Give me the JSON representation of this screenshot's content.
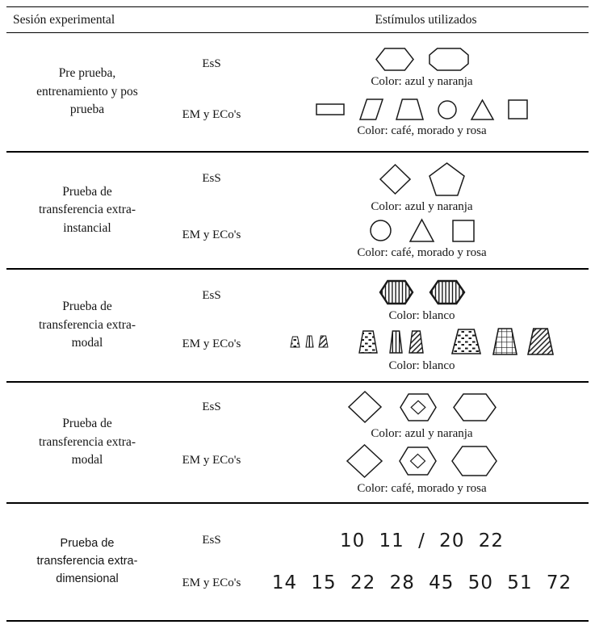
{
  "colors": {
    "ink": "#1a1a1a",
    "background": "#ffffff",
    "rule": "#000000"
  },
  "header": {
    "session_col": "Sesión experimental",
    "stimuli_col": "Estímulos utilizados"
  },
  "rows": [
    {
      "session": "Pre prueba,\nentrenamiento y pos\nprueba",
      "groups": [
        {
          "label": "EsS",
          "caption": "Color: azul y naranja",
          "shapes": [
            {
              "kind": "hexagon",
              "w": 46,
              "h": 27
            },
            {
              "kind": "octagon",
              "w": 48,
              "h": 27,
              "ml": 14
            }
          ]
        },
        {
          "label": "EM y ECo's",
          "caption": "Color: café, morado y rosa",
          "shapes": [
            {
              "kind": "rect",
              "w": 34,
              "h": 13
            },
            {
              "kind": "parallelogram",
              "w": 28,
              "h": 25,
              "ml": 14
            },
            {
              "kind": "trapezoid",
              "w": 33,
              "h": 25,
              "ml": 11
            },
            {
              "kind": "circle",
              "w": 22,
              "h": 22,
              "ml": 13
            },
            {
              "kind": "triangle",
              "w": 27,
              "h": 24,
              "ml": 13
            },
            {
              "kind": "square",
              "w": 23,
              "h": 23,
              "ml": 13
            }
          ]
        }
      ]
    },
    {
      "session": "Prueba de\ntransferencia extra-\ninstancial",
      "groups": [
        {
          "label": "EsS",
          "caption": "Color: azul y naranja",
          "shapes": [
            {
              "kind": "diamond",
              "w": 37,
              "h": 36
            },
            {
              "kind": "pentagon",
              "w": 43,
              "h": 40,
              "ml": 18
            }
          ]
        },
        {
          "label": "EM y ECo's",
          "caption": "Color: café, morado y rosa",
          "shapes": [
            {
              "kind": "circle",
              "w": 25,
              "h": 25
            },
            {
              "kind": "triangle",
              "w": 29,
              "h": 27,
              "ml": 18
            },
            {
              "kind": "square",
              "w": 26,
              "h": 26,
              "ml": 18
            }
          ]
        }
      ]
    },
    {
      "session": "Prueba de\ntransferencia extra-\nmodal",
      "groups": [
        {
          "label": "EsS",
          "caption": "Color: blanco",
          "shapes": [
            {
              "kind": "hexagon",
              "w": 40,
              "h": 28,
              "stroke": 2.4,
              "fill": "vlines"
            },
            {
              "kind": "hexagon",
              "w": 42,
              "h": 28,
              "stroke": 2.4,
              "fill": "vlines",
              "ml": 14
            }
          ]
        },
        {
          "label": "EM y ECo's",
          "caption": "Color: blanco",
          "shapes": [
            {
              "kind": "trapezoid",
              "w": 11,
              "h": 13,
              "stroke": 1,
              "fill": "dashes"
            },
            {
              "kind": "trapezoid",
              "w": 9,
              "h": 14,
              "stroke": 1,
              "fill": "vlines",
              "ml": 4
            },
            {
              "kind": "trapezoid",
              "w": 11,
              "h": 14,
              "stroke": 1,
              "fill": "hatch",
              "ml": 3
            },
            {
              "kind": "trapezoid",
              "w": 22,
              "h": 27,
              "stroke": 1.4,
              "fill": "dashes",
              "ml": 34
            },
            {
              "kind": "trapezoid",
              "w": 15,
              "h": 27,
              "stroke": 1.4,
              "fill": "vlines",
              "ml": 10
            },
            {
              "kind": "trapezoid",
              "w": 17,
              "h": 27,
              "stroke": 1.4,
              "fill": "hatch",
              "ml": 3
            },
            {
              "kind": "trapezoid",
              "w": 35,
              "h": 30,
              "stroke": 1.6,
              "fill": "dashes",
              "ml": 30
            },
            {
              "kind": "trapezoid",
              "w": 29,
              "h": 32,
              "stroke": 1.6,
              "fill": "grid",
              "ml": 10
            },
            {
              "kind": "trapezoid",
              "w": 31,
              "h": 32,
              "stroke": 1.6,
              "fill": "hatch",
              "ml": 8
            }
          ]
        }
      ]
    },
    {
      "session": "Prueba de\ntransferencia extra-\nmodal",
      "groups": [
        {
          "label": "EsS",
          "caption": "Color: azul y naranja",
          "shapes": [
            {
              "kind": "diamond",
              "w": 40,
              "h": 38
            },
            {
              "kind": "hexdiamond",
              "w": 44,
              "h": 33,
              "ml": 18
            },
            {
              "kind": "hexagon",
              "w": 52,
              "h": 33,
              "ml": 16
            }
          ]
        },
        {
          "label": "EM y ECo's",
          "caption": "Color: café, morado y rosa",
          "shapes": [
            {
              "kind": "diamond",
              "w": 43,
              "h": 40
            },
            {
              "kind": "hexdiamond",
              "w": 45,
              "h": 34,
              "ml": 16
            },
            {
              "kind": "hexagon",
              "w": 55,
              "h": 36,
              "ml": 14
            }
          ]
        }
      ]
    },
    {
      "session": "Prueba de\ntransferencia extra-\ndimensional",
      "groups": [
        {
          "label": "EsS",
          "numbers": "10 11 / 20 22"
        },
        {
          "label": "EM y ECo's",
          "numbers": "14 15 22 28 45 50 51 72"
        }
      ]
    }
  ]
}
